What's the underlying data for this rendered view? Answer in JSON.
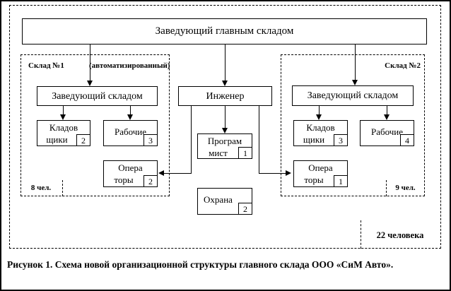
{
  "figure": {
    "root_label": "Заведующий главным складом",
    "sections": {
      "sklad1": {
        "title": "Склад №1",
        "subtitle": "(автоматизированный)",
        "total": "8 чел."
      },
      "sklad2": {
        "title": "Склад №2",
        "total": "9 чел."
      }
    },
    "nodes": {
      "manager1": {
        "label": "Заведующий складом"
      },
      "engineer": {
        "label": "Инженер"
      },
      "manager2": {
        "label": "Заведующий складом"
      },
      "storekeepers1": {
        "line1": "Кладов",
        "line2": "щики",
        "count": "2"
      },
      "workers1": {
        "label": "Рабочие",
        "count": "3"
      },
      "operators1": {
        "line1": "Опера",
        "line2": "торы",
        "count": "2"
      },
      "programmer": {
        "line1": "Програм",
        "line2": "мист",
        "count": "1"
      },
      "security": {
        "label": "Охрана",
        "count": "2"
      },
      "storekeepers2": {
        "line1": "Кладов",
        "line2": "щики",
        "count": "3"
      },
      "workers2": {
        "label": "Рабочие",
        "count": "4"
      },
      "operators2": {
        "line1": "Опера",
        "line2": "торы",
        "count": "1"
      }
    },
    "grand_total": "22 человека",
    "caption": "Рисунок 1. Схема новой организационной структуры главного склада ООО «СиМ Авто».",
    "colors": {
      "line": "#000000",
      "background": "#ffffff"
    }
  }
}
